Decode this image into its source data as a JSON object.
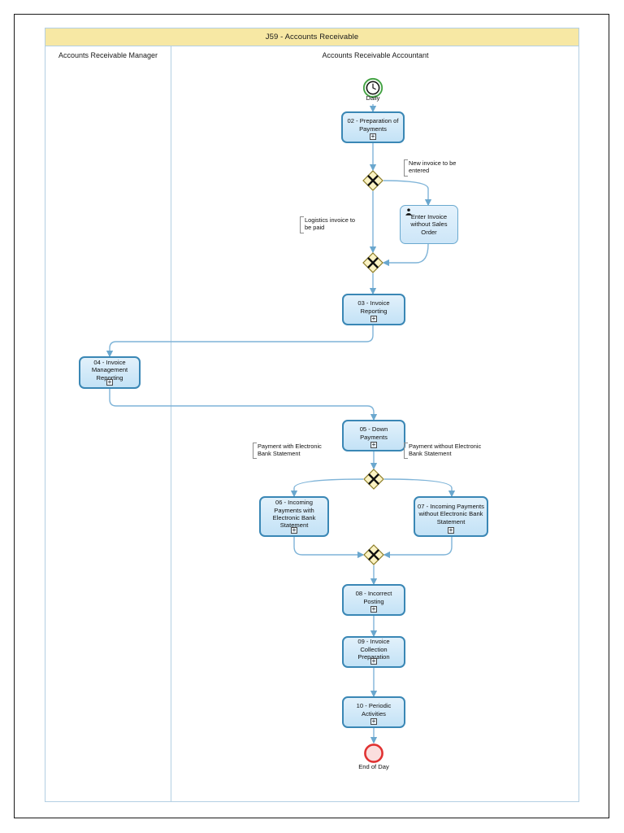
{
  "diagram": {
    "pool_title": "J59 - Accounts Receivable",
    "lanes": [
      {
        "id": "manager",
        "label": "Accounts Receivable Manager"
      },
      {
        "id": "accountant",
        "label": "Accounts Receivable Accountant"
      }
    ],
    "colors": {
      "pool_header": "#f7e8a4",
      "pool_border": "#b3cfe3",
      "task_fill": "#cfe8f9",
      "task_border": "#3a87b5",
      "gateway_fill": "#fbf3c4",
      "gateway_border": "#8a7b25",
      "start_event": "#3fa03f",
      "end_event": "#e03232",
      "flow_line": "#7fb4d8",
      "annotation_bracket": "#8c8c8c"
    },
    "events": [
      {
        "id": "start",
        "type": "timer-start-event",
        "label": "Daily",
        "icon": "clock-icon"
      },
      {
        "id": "end",
        "type": "end-event",
        "label": "End of Day",
        "icon": "end-circle-icon"
      }
    ],
    "tasks": [
      {
        "id": "t02",
        "label": "02 - Preparation of Payments",
        "lane": "accountant",
        "marker": "+"
      },
      {
        "id": "t03",
        "label": "03 - Invoice Reporting",
        "lane": "accountant",
        "marker": "+"
      },
      {
        "id": "t04",
        "label": "04 - Invoice Management Reporting",
        "lane": "manager",
        "marker": "+"
      },
      {
        "id": "t05",
        "label": "05 - Down Payments",
        "lane": "accountant",
        "marker": "+"
      },
      {
        "id": "t06",
        "label": "06 - Incoming Payments with Electronic Bank Statement",
        "lane": "accountant",
        "marker": "+"
      },
      {
        "id": "t07",
        "label": "07 - Incoming Payments without Electronic Bank Statement",
        "lane": "accountant",
        "marker": "+"
      },
      {
        "id": "t08",
        "label": "08 - Incorrect Posting",
        "lane": "accountant",
        "marker": "+"
      },
      {
        "id": "t09",
        "label": "09 - Invoice Collection Preparation",
        "lane": "accountant",
        "marker": "+"
      },
      {
        "id": "t10",
        "label": "10 - Periodic Activities",
        "lane": "accountant",
        "marker": "+"
      }
    ],
    "manual_tasks": [
      {
        "id": "m01",
        "label": "Enter Invoice without Sales Order",
        "lane": "accountant",
        "icon": "person-icon"
      }
    ],
    "gateways": [
      {
        "id": "g1",
        "type": "exclusive-gateway",
        "symbol": "X"
      },
      {
        "id": "g2",
        "type": "exclusive-gateway",
        "symbol": "X"
      },
      {
        "id": "g3",
        "type": "exclusive-gateway",
        "symbol": "X"
      },
      {
        "id": "g4",
        "type": "exclusive-gateway",
        "symbol": "X"
      }
    ],
    "annotations": [
      {
        "id": "a1",
        "text": "New invoice to be entered"
      },
      {
        "id": "a2",
        "text": "Logistics invoice to be paid"
      },
      {
        "id": "a3",
        "text": "Payment with Electronic Bank Statement"
      },
      {
        "id": "a4",
        "text": "Payment without Electronic Bank Statement"
      }
    ]
  }
}
